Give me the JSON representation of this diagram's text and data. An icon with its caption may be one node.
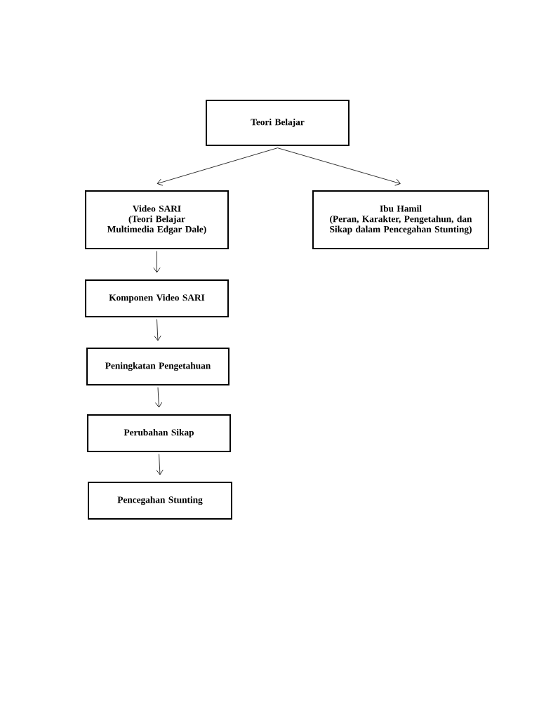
{
  "diagram": {
    "nodes": [
      {
        "text": [
          "Teori Belajar"
        ]
      },
      {
        "text": [
          "Video SARI",
          "(Teori Belajar Multimedia Edgar Dale)"
        ]
      },
      {
        "text": [
          "Ibu Hamil",
          "(Peran, Karakter, Pengetahun, dan Sikap dalam Pencegahan Stunting)"
        ]
      },
      {
        "text": [
          "Komponen Video SARI"
        ]
      },
      {
        "text": [
          "Peningkatan Pengetahuan"
        ]
      },
      {
        "text": [
          "Perubahan Sikap"
        ]
      },
      {
        "text": [
          "Pencegahan Stunting"
        ]
      }
    ],
    "edges": [
      {
        "from": 0,
        "to": 1,
        "arrow": "to"
      },
      {
        "from": 0,
        "to": 2,
        "arrow": "to"
      },
      {
        "from": 1,
        "to": 3,
        "arrow": "to"
      },
      {
        "from": 3,
        "to": 4,
        "arrow": "to"
      },
      {
        "from": 4,
        "to": 5,
        "arrow": "to"
      },
      {
        "from": 5,
        "to": 6,
        "arrow": "to"
      }
    ]
  }
}
